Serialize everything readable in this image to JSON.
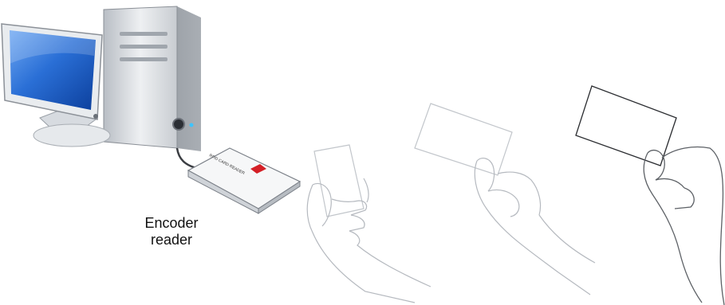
{
  "label": {
    "line1": "Encoder",
    "line2": "reader"
  },
  "device": {
    "reader_print": "RFID CARD READER"
  },
  "colors": {
    "screen": "#1f5fc4",
    "tower": "#d9dde2",
    "reader_logo": "#d41f26"
  },
  "icons": [
    "computer-monitor-icon",
    "computer-tower-icon",
    "card-reader-icon",
    "hand-holding-card-icon"
  ]
}
